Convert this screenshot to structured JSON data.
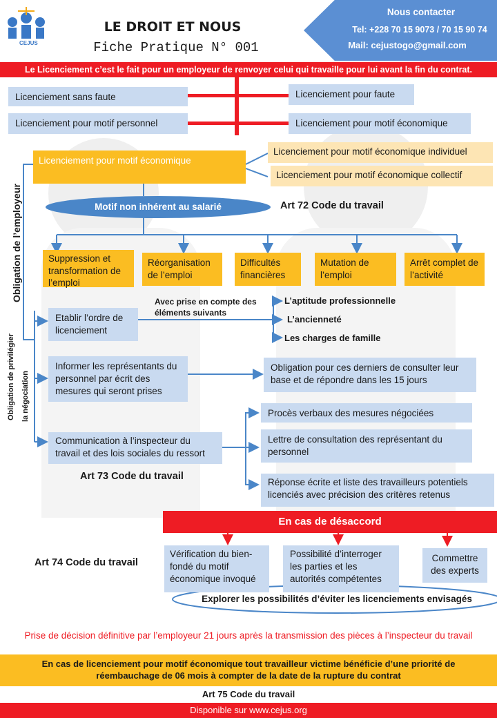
{
  "header": {
    "logo_text": "CEJUS",
    "title": "LE DROIT ET NOUS",
    "subtitle": "Fiche Pratique N° 001",
    "contact": {
      "heading": "Nous contacter",
      "tel": "Tel: +228 70 15 9073 / 70 15 90 74",
      "mail": "Mail: cejustogo@gmail.com"
    }
  },
  "definition": "Le Licenciement c’est le fait pour un employeur de renvoyer celui qui travaille pour lui avant la fin du contrat.",
  "types": {
    "sans_faute": "Licenciement sans faute",
    "pour_faute": "Licenciement pour faute",
    "motif_personnel": "Licenciement pour motif personnel",
    "motif_economique": "Licenciement pour motif économique"
  },
  "economique": {
    "main": "Licenciement pour motif économique",
    "individuel": "Licenciement pour motif économique individuel",
    "collectif": "Licenciement pour motif économique collectif",
    "motif": "Motif non inhérent au salarié",
    "art72": "Art 72 Code du travail",
    "causes": [
      "Suppression et transformation de l’emploi",
      "Réorganisation de l’emploi",
      "Difficultés financières",
      "Mutation de l’emploi",
      "Arrêt complet de l’activité"
    ]
  },
  "side_labels": {
    "obligation_employeur": "Obligation de l’employeur",
    "obligation_negociation_1": "Obligation de privilégier",
    "obligation_negociation_2": "la négociation"
  },
  "procedure": {
    "ordre": "Etablir l’ordre de licenciement",
    "criteria_intro": "Avec prise en compte des éléments suivants",
    "criteria": [
      "L’aptitude professionnelle",
      "L’ancienneté",
      "Les charges de famille"
    ],
    "informer": "Informer les représentants du personnel par écrit des mesures qui seront prises",
    "informer_result": "Obligation pour ces derniers de consulter leur base et de répondre dans les 15 jours",
    "communication": "Communication à l’inspecteur du travail et des lois sociales du ressort",
    "docs": [
      "Procès verbaux des mesures négociées",
      "Lettre de consultation des représentant du personnel",
      "Réponse écrite et liste des travailleurs potentiels licenciés avec précision des critères retenus"
    ],
    "art73": "Art 73 Code du travail"
  },
  "desaccord": {
    "title": "En cas de désaccord",
    "art74": "Art 74 Code du travail",
    "actions": [
      "Vérification du bien-fondé du motif économique invoqué",
      "Possibilité d’interroger les parties et les autorités compétentes",
      "Commettre des experts"
    ],
    "explore": "Explorer les possibilités d’éviter les licenciements envisagés"
  },
  "decision": "Prise de décision définitive par l’employeur 21 jours après la transmission des pièces à l’inspecteur du travail",
  "priorite": "En cas de licenciement pour motif économique tout travailleur victime bénéficie d’une priorité de réembauchage de 06 mois à compter de la date de la rupture du contrat",
  "art75": "Art 75 Code du travail",
  "footer": "Disponible sur www.cejus.org",
  "colors": {
    "red": "#ee1c24",
    "orange": "#fbbd22",
    "light_blue": "#c9daf0",
    "blue": "#4a86c8",
    "contact_blue": "#5b8fd3"
  }
}
